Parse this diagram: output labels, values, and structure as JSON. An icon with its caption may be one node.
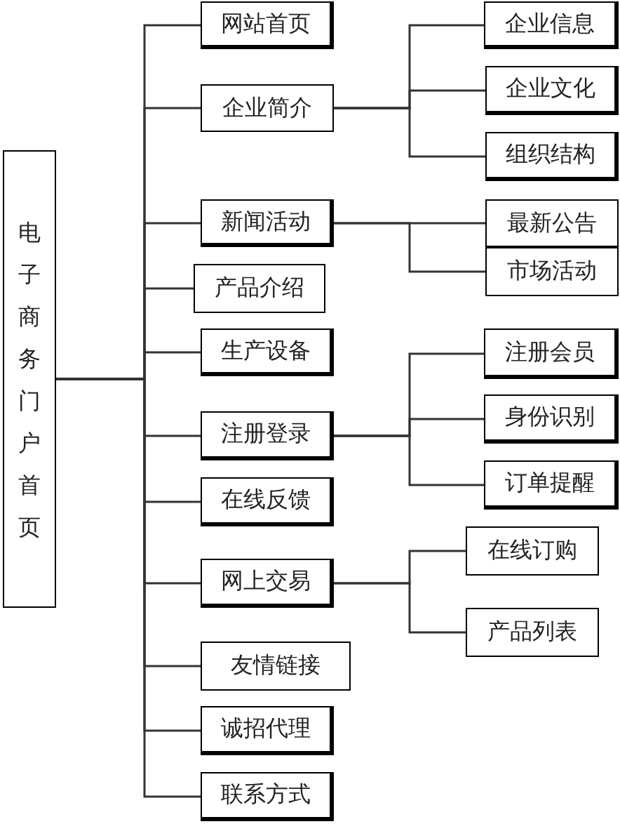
{
  "diagram": {
    "nodes": [
      {
        "text": [
          "电子商务门户首页"
        ]
      },
      {
        "text": [
          "网站首页"
        ]
      },
      {
        "text": [
          "企业简介"
        ]
      },
      {
        "text": [
          "新闻活动"
        ]
      },
      {
        "text": [
          "产品介绍"
        ]
      },
      {
        "text": [
          "生产设备"
        ]
      },
      {
        "text": [
          "注册登录"
        ]
      },
      {
        "text": [
          "在线反馈"
        ]
      },
      {
        "text": [
          "网上交易"
        ]
      },
      {
        "text": [
          "友情链接"
        ]
      },
      {
        "text": [
          "诚招代理"
        ]
      },
      {
        "text": [
          "联系方式"
        ]
      },
      {
        "text": [
          "企业信息"
        ]
      },
      {
        "text": [
          "企业文化"
        ]
      },
      {
        "text": [
          "组织结构"
        ]
      },
      {
        "text": [
          "最新公告"
        ]
      },
      {
        "text": [
          "市场活动"
        ]
      },
      {
        "text": [
          "注册会员"
        ]
      },
      {
        "text": [
          "身份识别"
        ]
      },
      {
        "text": [
          "订单提醒"
        ]
      },
      {
        "text": [
          "在线订购"
        ]
      },
      {
        "text": [
          "产品列表"
        ]
      }
    ],
    "edges": [
      {
        "from": 0,
        "to": 1,
        "arrow": "none"
      },
      {
        "from": 0,
        "to": 2,
        "arrow": "none"
      },
      {
        "from": 0,
        "to": 3,
        "arrow": "none"
      },
      {
        "from": 0,
        "to": 4,
        "arrow": "none"
      },
      {
        "from": 0,
        "to": 5,
        "arrow": "none"
      },
      {
        "from": 0,
        "to": 6,
        "arrow": "none"
      },
      {
        "from": 0,
        "to": 7,
        "arrow": "none"
      },
      {
        "from": 0,
        "to": 8,
        "arrow": "none"
      },
      {
        "from": 0,
        "to": 9,
        "arrow": "none"
      },
      {
        "from": 0,
        "to": 10,
        "arrow": "none"
      },
      {
        "from": 0,
        "to": 11,
        "arrow": "none"
      },
      {
        "from": 2,
        "to": 12,
        "arrow": "none"
      },
      {
        "from": 2,
        "to": 13,
        "arrow": "none"
      },
      {
        "from": 2,
        "to": 14,
        "arrow": "none"
      },
      {
        "from": 3,
        "to": 15,
        "arrow": "none"
      },
      {
        "from": 3,
        "to": 16,
        "arrow": "none"
      },
      {
        "from": 6,
        "to": 17,
        "arrow": "none"
      },
      {
        "from": 6,
        "to": 18,
        "arrow": "none"
      },
      {
        "from": 6,
        "to": 19,
        "arrow": "none"
      },
      {
        "from": 8,
        "to": 20,
        "arrow": "none"
      },
      {
        "from": 8,
        "to": 21,
        "arrow": "none"
      }
    ]
  }
}
